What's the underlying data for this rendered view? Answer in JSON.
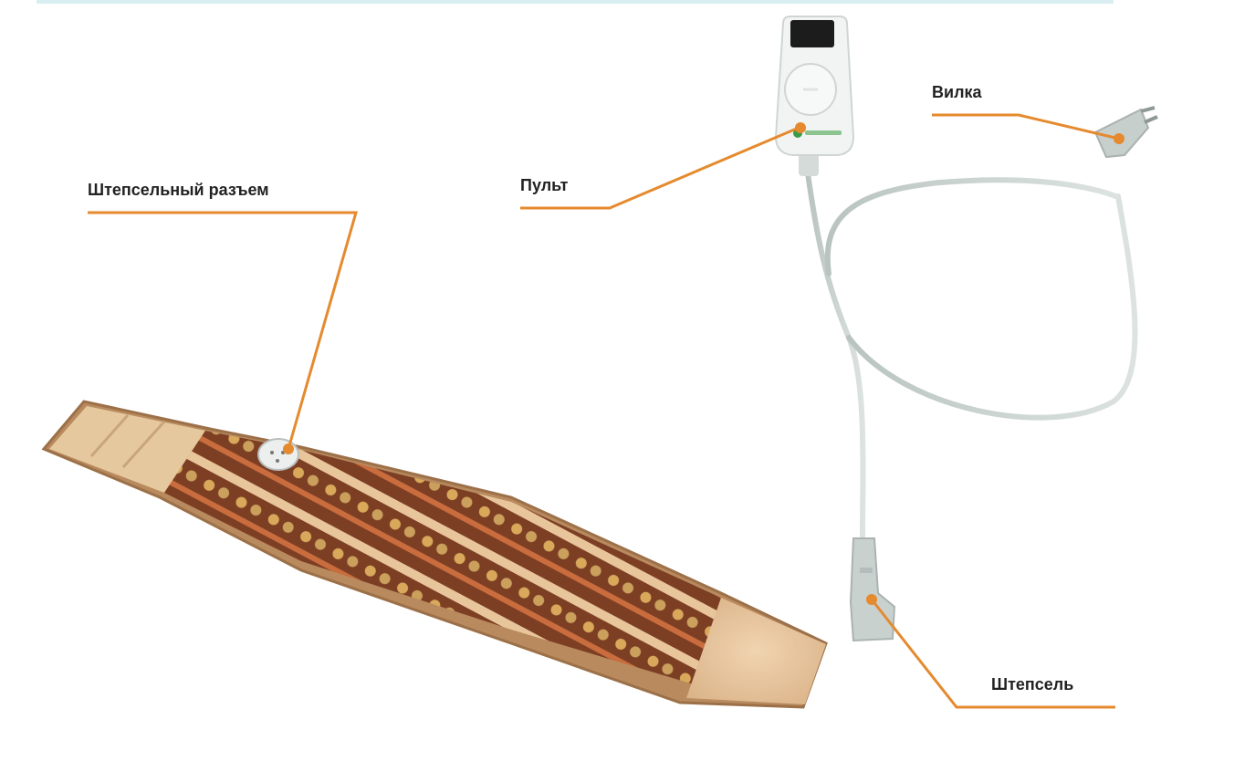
{
  "callouts": {
    "connector": "Штепсельный разъем",
    "remote": "Пульт",
    "plug": "Вилка",
    "socket": "Штепсель"
  },
  "colors": {
    "leader_line": "#e58a2e",
    "mat_brown": "#8a4b2a",
    "mat_beige": "#e6c89e",
    "stone_gold": "#d9a85a",
    "cable": "#c9d1cf",
    "remote_body": "#f2f4f4"
  }
}
